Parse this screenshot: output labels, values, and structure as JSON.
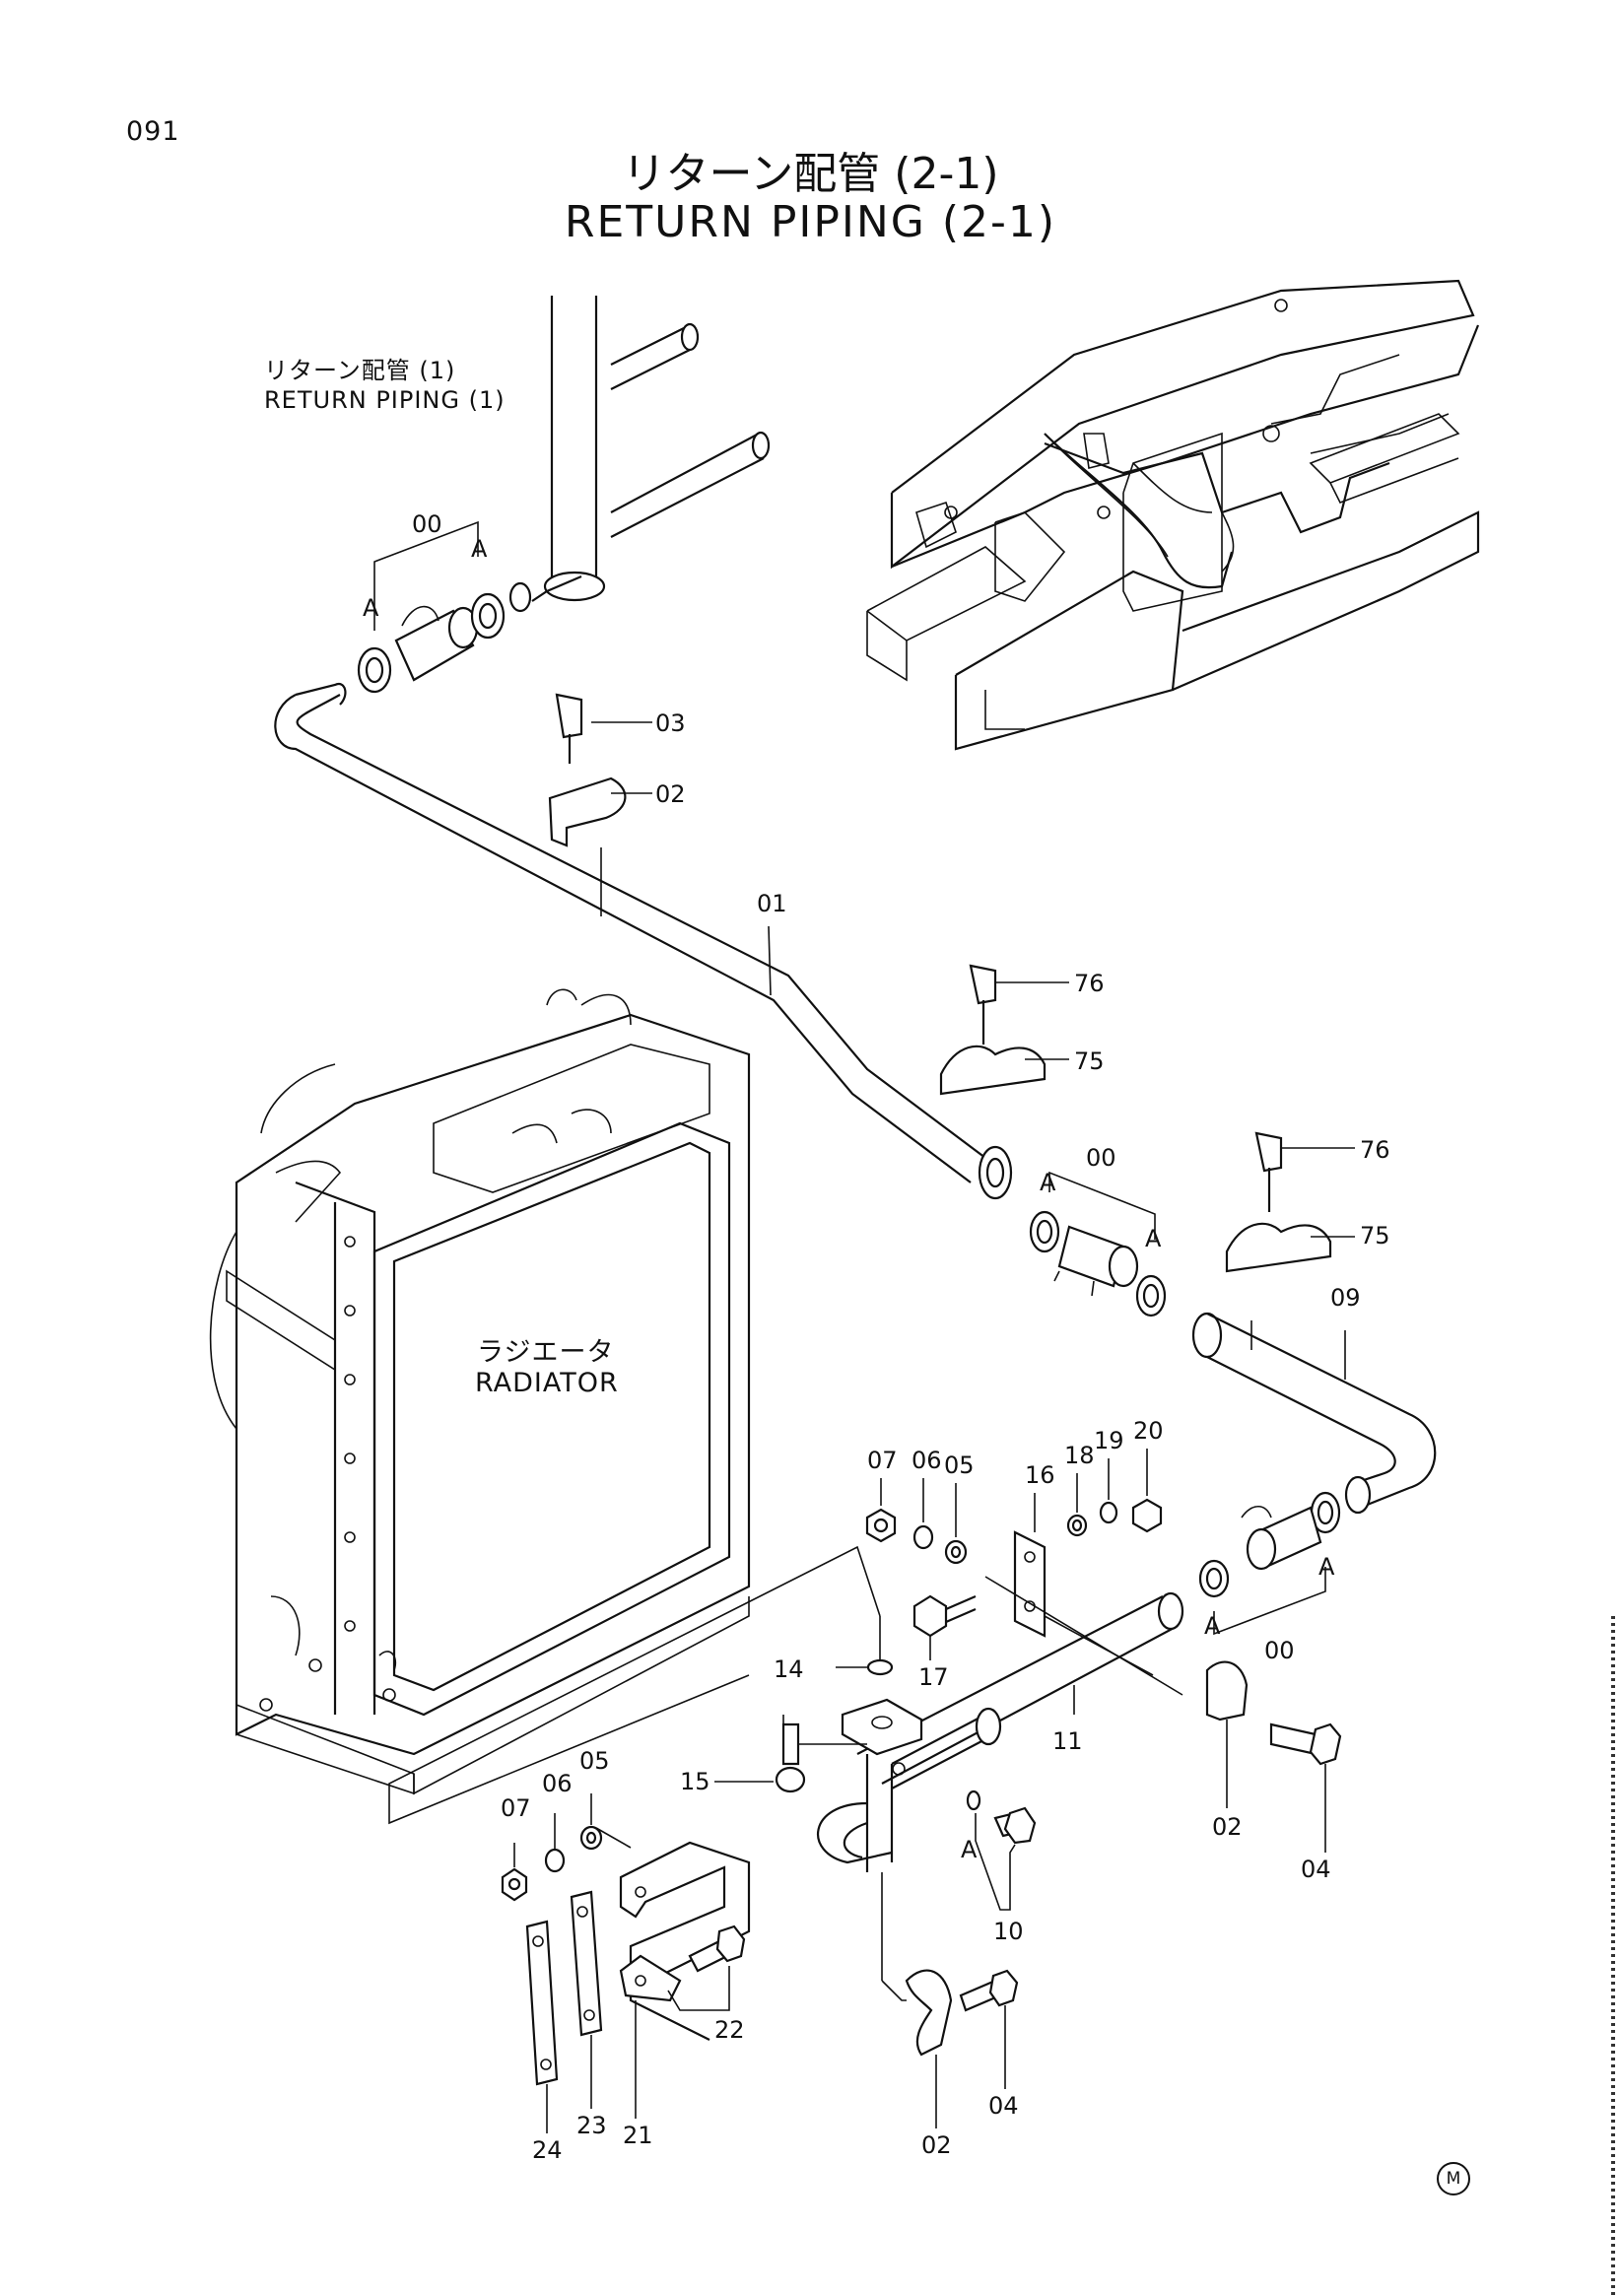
{
  "page_number": "091",
  "title": {
    "jp": "リターン配管 (2-1)",
    "en": "RETURN PIPING (2-1)"
  },
  "reference": {
    "jp": "リターン配管 (1)",
    "en": "RETURN PIPING (1)"
  },
  "radiator": {
    "jp": "ラジエータ",
    "en": "RADIATOR"
  },
  "marker": "M",
  "callouts": [
    {
      "id": "c00a",
      "text": "00"
    },
    {
      "id": "cA1",
      "text": "A"
    },
    {
      "id": "cA2",
      "text": "A"
    },
    {
      "id": "c03",
      "text": "03"
    },
    {
      "id": "c02a",
      "text": "02"
    },
    {
      "id": "c01",
      "text": "01"
    },
    {
      "id": "c76a",
      "text": "76"
    },
    {
      "id": "c75a",
      "text": "75"
    },
    {
      "id": "c00b",
      "text": "00"
    },
    {
      "id": "cA3",
      "text": "A"
    },
    {
      "id": "cA4",
      "text": "A"
    },
    {
      "id": "c76b",
      "text": "76"
    },
    {
      "id": "c75b",
      "text": "75"
    },
    {
      "id": "c09",
      "text": "09"
    },
    {
      "id": "c07a",
      "text": "07"
    },
    {
      "id": "c06a",
      "text": "06"
    },
    {
      "id": "c05a",
      "text": "05"
    },
    {
      "id": "c16",
      "text": "16"
    },
    {
      "id": "c18",
      "text": "18"
    },
    {
      "id": "c19",
      "text": "19"
    },
    {
      "id": "c20",
      "text": "20"
    },
    {
      "id": "cA5",
      "text": "A"
    },
    {
      "id": "cA6",
      "text": "A"
    },
    {
      "id": "c00c",
      "text": "00"
    },
    {
      "id": "c14",
      "text": "14"
    },
    {
      "id": "c17",
      "text": "17"
    },
    {
      "id": "c11",
      "text": "11"
    },
    {
      "id": "c02b",
      "text": "02"
    },
    {
      "id": "c04a",
      "text": "04"
    },
    {
      "id": "c15",
      "text": "15"
    },
    {
      "id": "c05b",
      "text": "05"
    },
    {
      "id": "c06b",
      "text": "06"
    },
    {
      "id": "c07b",
      "text": "07"
    },
    {
      "id": "cA7",
      "text": "A"
    },
    {
      "id": "c10",
      "text": "10"
    },
    {
      "id": "c22",
      "text": "22"
    },
    {
      "id": "c21",
      "text": "21"
    },
    {
      "id": "c23",
      "text": "23"
    },
    {
      "id": "c24",
      "text": "24"
    },
    {
      "id": "c02c",
      "text": "02"
    },
    {
      "id": "c04b",
      "text": "04"
    }
  ]
}
